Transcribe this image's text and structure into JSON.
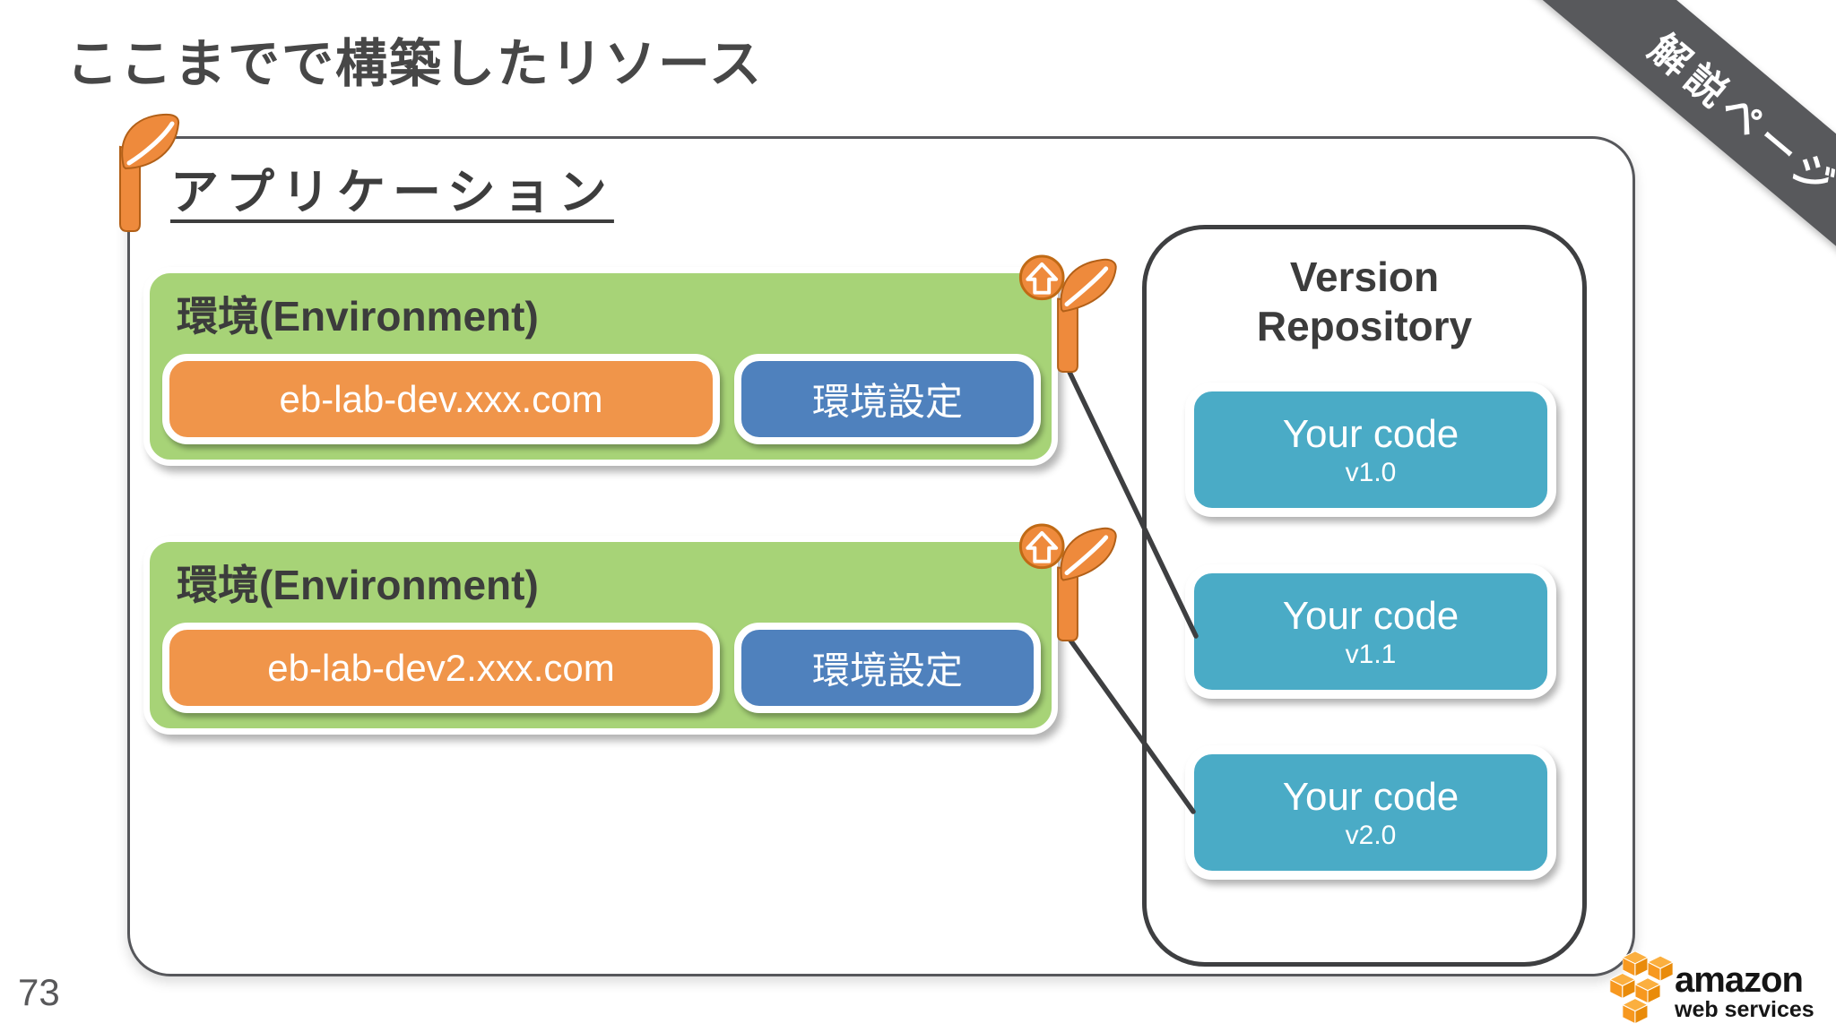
{
  "slide": {
    "title": "ここまでで構築したリソース",
    "corner_banner": "解説ページ",
    "page_number": "73"
  },
  "application": {
    "heading": "アプリケーション",
    "environments": [
      {
        "label": "環境(Environment)",
        "endpoint": "eb-lab-dev.xxx.com",
        "settings_label": "環境設定"
      },
      {
        "label": "環境(Environment)",
        "endpoint": "eb-lab-dev2.xxx.com",
        "settings_label": "環境設定"
      }
    ]
  },
  "version_repository": {
    "title": "Version Repository",
    "versions": [
      {
        "name": "Your code",
        "version": "v1.0"
      },
      {
        "name": "Your code",
        "version": "v1.1"
      },
      {
        "name": "Your code",
        "version": "v2.0"
      }
    ]
  },
  "logo": {
    "brand": "amazon",
    "sub": "web services"
  },
  "colors": {
    "green": "#a7d377",
    "orange": "#f0954a",
    "blue": "#4f81bd",
    "teal": "#4aabc6",
    "dark": "#3e3f41",
    "banner": "#58595c",
    "leaf": "#ee8a3c",
    "aws_orange": "#f7981f"
  }
}
